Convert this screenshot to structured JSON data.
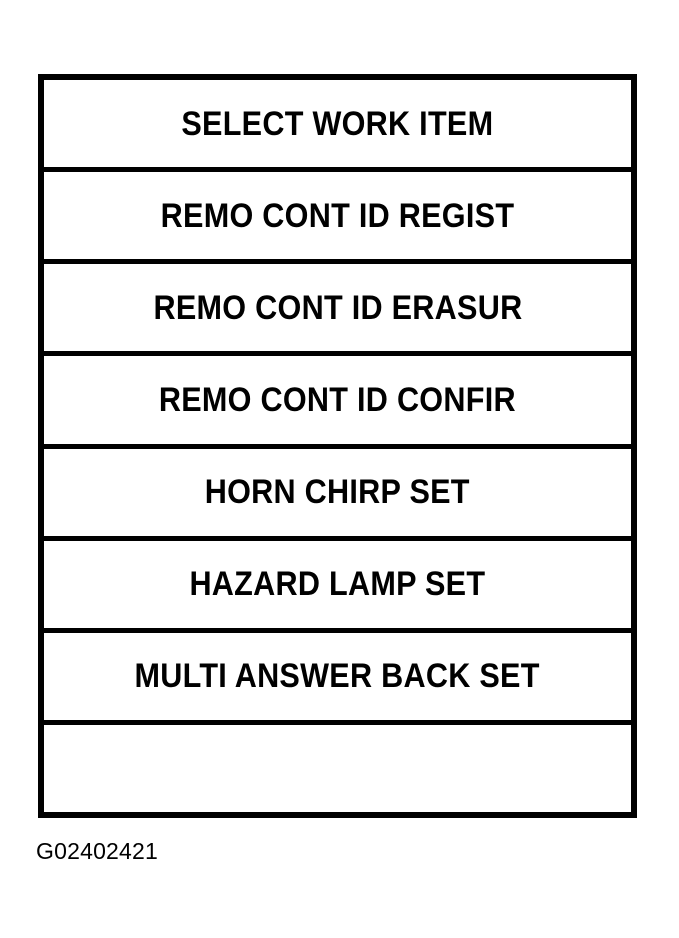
{
  "figure": {
    "caption": "G02402421",
    "border_color": "#000000",
    "background_color": "#ffffff",
    "text_color": "#000000"
  },
  "menu": {
    "title": "SELECT WORK ITEM",
    "rows": [
      {
        "label": "SELECT WORK ITEM",
        "empty": false
      },
      {
        "label": "REMO CONT ID REGIST",
        "empty": false
      },
      {
        "label": "REMO CONT ID ERASUR",
        "empty": false
      },
      {
        "label": "REMO CONT ID CONFIR",
        "empty": false
      },
      {
        "label": "HORN CHIRP SET",
        "empty": false
      },
      {
        "label": "HAZARD LAMP SET",
        "empty": false
      },
      {
        "label": "MULTI ANSWER BACK SET",
        "empty": false
      },
      {
        "label": "",
        "empty": true
      }
    ]
  }
}
